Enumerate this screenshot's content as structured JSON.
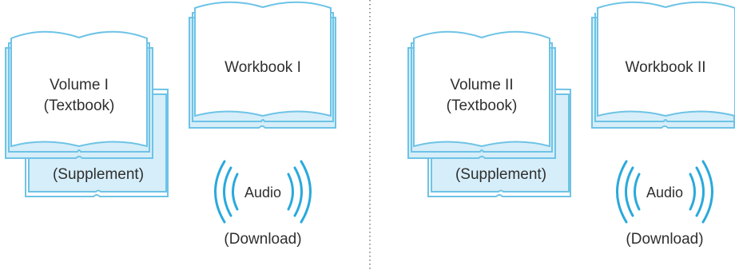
{
  "sets": [
    {
      "textbook": {
        "line1": "Volume I",
        "line2": "(Textbook)"
      },
      "supplement": "(Supplement)",
      "workbook": "Workbook I",
      "audio": "Audio",
      "download": "(Download)"
    },
    {
      "textbook": {
        "line1": "Volume II",
        "line2": "(Textbook)"
      },
      "supplement": "(Supplement)",
      "workbook": "Workbook II",
      "audio": "Audio",
      "download": "(Download)"
    }
  ],
  "colors": {
    "outline": "#6ec3e6",
    "fill": "#d6eef9",
    "wave": "#2aa9dc",
    "divider": "#777777"
  }
}
